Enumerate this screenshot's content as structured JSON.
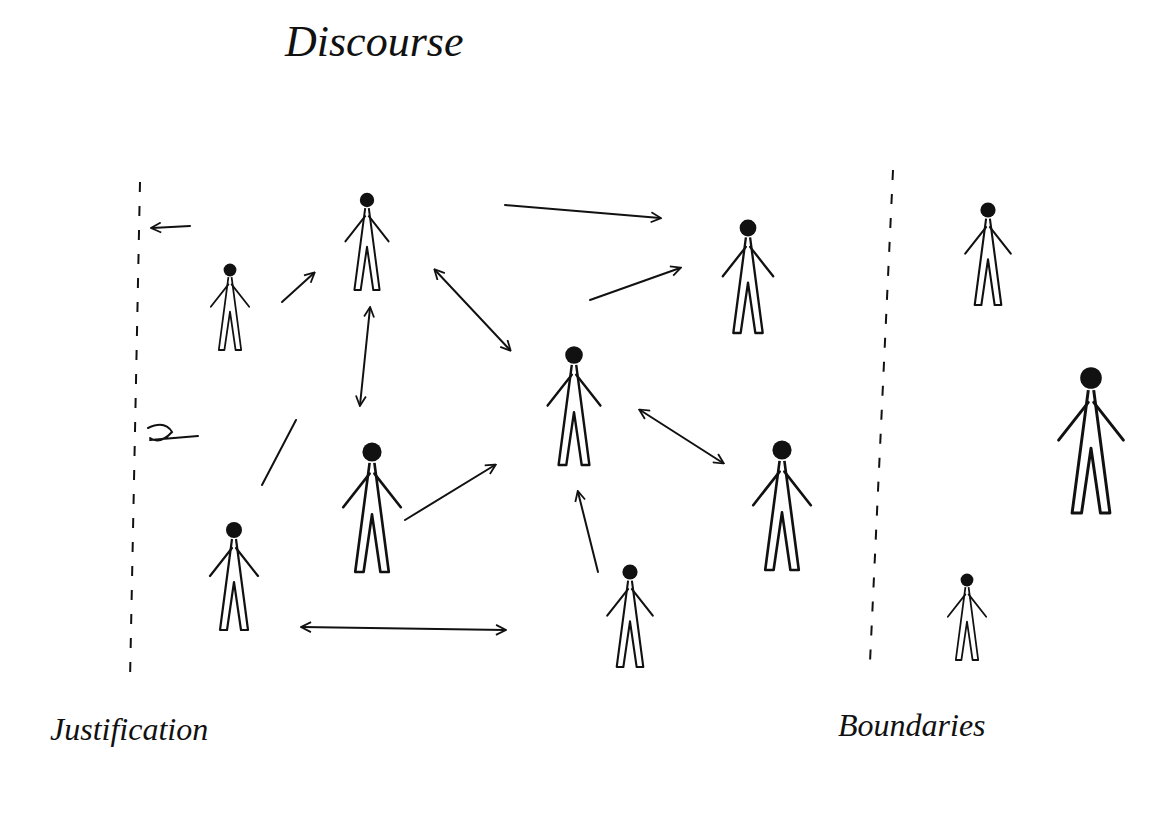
{
  "diagram": {
    "title": "Discourse",
    "labels": [
      "Justification",
      "Boundaries"
    ]
  }
}
